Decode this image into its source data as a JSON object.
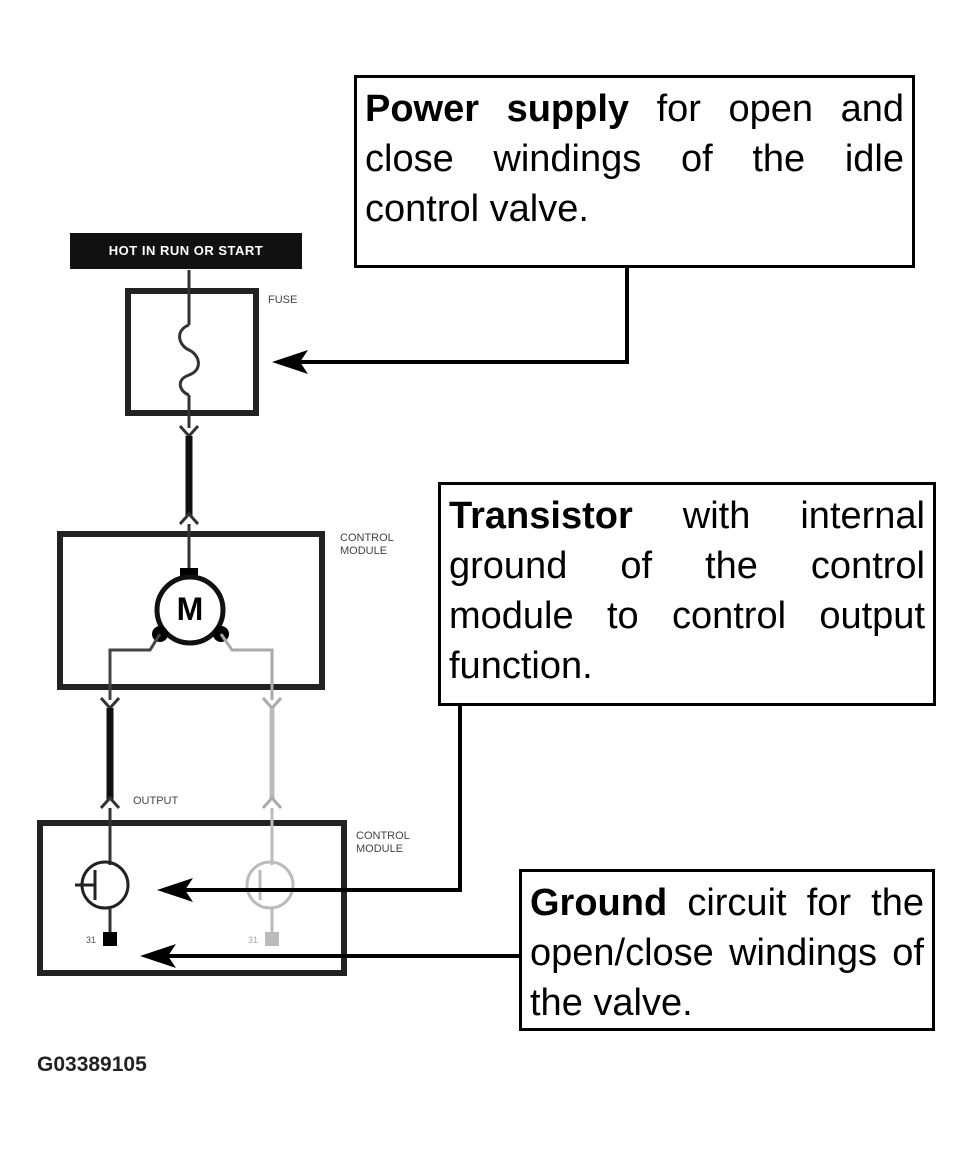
{
  "callouts": {
    "power": {
      "bold": "Power supply",
      "rest": " for open and close windings of the idle control valve."
    },
    "transistor": {
      "bold": "Transistor",
      "rest": " with internal ground of the control module to control output function."
    },
    "ground": {
      "bold": "Ground",
      "rest": " circuit for the open/close windings of the valve."
    }
  },
  "schematic": {
    "hot_label": "HOT IN RUN OR START",
    "fuse_label": "FUSE",
    "control_module_1": "CONTROL MODULE",
    "motor_letter": "M",
    "output_label": "OUTPUT",
    "control_module_2": "CONTROL MODULE"
  },
  "figure_id": "G03389105"
}
